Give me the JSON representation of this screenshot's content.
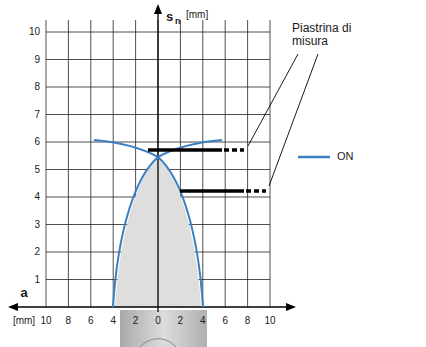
{
  "diagram": {
    "labels": [
      "s",
      "n",
      "[mm]",
      "10",
      "9",
      "8",
      "7",
      "6",
      "5",
      "4",
      "3",
      "2",
      "1",
      "a",
      "[mm]",
      "10",
      "8",
      "6",
      "4",
      "2",
      "0",
      "2",
      "4",
      "6",
      "8",
      "10",
      "Piastrina di misura"
    ],
    "legend": [
      {
        "text": "ON"
      }
    ]
  }
}
